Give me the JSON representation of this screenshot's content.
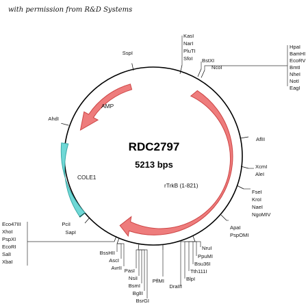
{
  "credit": "with permission from R&D Systems",
  "plasmid": {
    "name": "RDC2797",
    "size": "5213 bps"
  },
  "features": {
    "amp": {
      "label": "AMP"
    },
    "cole1": {
      "label": "COLE1"
    },
    "trkb": {
      "label": "rTrkB (1-821)"
    }
  },
  "colors": {
    "arrow_fill": "#ee7c7c",
    "arrow_stroke": "#cc4444",
    "cole1_fill": "#6fd8d6",
    "cole1_stroke": "#3aa8a6",
    "backbone": "#000000"
  },
  "sites": {
    "sspi": "SspI",
    "ahdi": "AhdI",
    "kasi_group": [
      "KasI",
      "NarI",
      "PluTI",
      "SfoI"
    ],
    "bstxi_group": [
      "BstXI",
      "NcoI"
    ],
    "mcs_group": [
      "HpaI",
      "BamHI",
      "EcoRV",
      "BmtI",
      "NheI",
      "NotI",
      "EagI"
    ],
    "aflii": "AflII",
    "xcmi_group": [
      "XcmI",
      "AleI"
    ],
    "fsei_group": [
      "FseI",
      "KroI",
      "NaeI",
      "NgoMIV"
    ],
    "apai_group": [
      "ApaI",
      "PspOMI"
    ],
    "nrui_group": [
      "NruI",
      "PpuMI",
      "Bsu36I",
      "Tth111I",
      "BlpI",
      "DraIII"
    ],
    "pflmi": "PflMI",
    "psti_group": [
      "PasI",
      "NsiI",
      "BsmI",
      "BglII",
      "BsrGI"
    ],
    "bsshii_group": [
      "BssHII",
      "AscI",
      "AvrII"
    ],
    "eco47iii_group": [
      "Eco47III",
      "XhoI",
      "PspXI",
      "EcoRI",
      "SalI",
      "XbaI"
    ],
    "sapi": "SapI",
    "pcii": "PciI"
  }
}
